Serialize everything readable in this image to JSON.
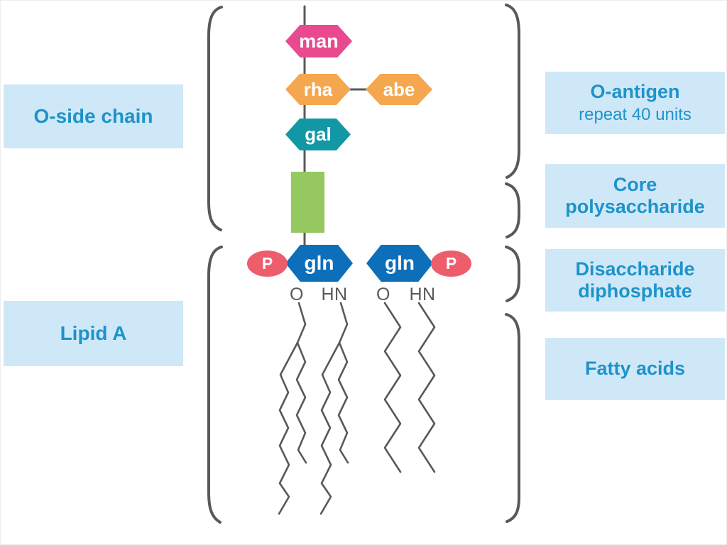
{
  "left_labels": {
    "o_side_chain": "O-side chain",
    "lipid_a": "Lipid A"
  },
  "right_labels": {
    "o_antigen_title": "O-antigen",
    "o_antigen_subtitle": "repeat 40 units",
    "core_polysaccharide": "Core polysaccharide",
    "disaccharide_diphosphate": "Disaccharide diphosphate",
    "fatty_acids": "Fatty acids"
  },
  "sugars": {
    "man": "man",
    "rha": "rha",
    "abe": "abe",
    "gal": "gal",
    "gln_left": "gln",
    "gln_right": "gln"
  },
  "phosphates": {
    "left": "P",
    "right": "P"
  },
  "linkages": {
    "o_left": "O",
    "hn_left": "HN",
    "o_right": "O",
    "hn_right": "HN"
  },
  "colors": {
    "man_pink": "#e8498f",
    "rha_abe_orange": "#f5a74f",
    "gal_teal": "#1297a5",
    "core_green": "#95c85f",
    "gln_blue": "#0d6fba",
    "phosphate_red": "#ee5d6c",
    "label_box_bg": "#cfe8f7",
    "label_text_blue": "#1e93cb",
    "line_gray": "#58595b"
  }
}
